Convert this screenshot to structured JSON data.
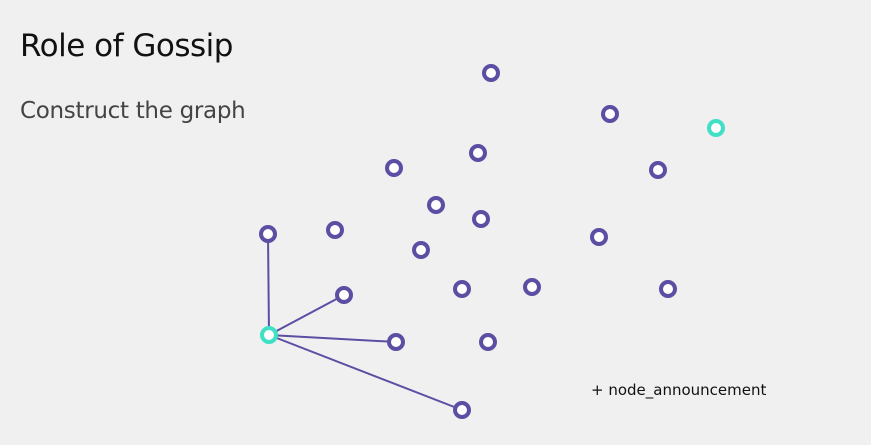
{
  "slide": {
    "title": "Role of Gossip",
    "subtitle": "Construct the graph",
    "annotation": "+ node_announcement"
  },
  "colors": {
    "background": "#f0f0f0",
    "node": "#5b4ea3",
    "highlight_node": "#3fe0c5",
    "edge": "#5b4ea3"
  },
  "graph": {
    "nodes": [
      {
        "id": "n1",
        "highlight": false
      },
      {
        "id": "n2",
        "highlight": false
      },
      {
        "id": "n3",
        "highlight": true
      },
      {
        "id": "n4",
        "highlight": false
      },
      {
        "id": "n5",
        "highlight": false
      },
      {
        "id": "n6",
        "highlight": false
      },
      {
        "id": "n7",
        "highlight": false
      },
      {
        "id": "n8",
        "highlight": false
      },
      {
        "id": "n9",
        "highlight": false
      },
      {
        "id": "n10",
        "highlight": false
      },
      {
        "id": "n11",
        "highlight": false
      },
      {
        "id": "n12",
        "highlight": false
      },
      {
        "id": "n13",
        "highlight": false
      },
      {
        "id": "n14",
        "highlight": false
      },
      {
        "id": "n15",
        "highlight": false
      },
      {
        "id": "n16",
        "highlight": false
      },
      {
        "id": "n17",
        "highlight": false
      },
      {
        "id": "n18",
        "highlight": true
      },
      {
        "id": "n19",
        "highlight": false
      },
      {
        "id": "n20",
        "highlight": false
      },
      {
        "id": "n21",
        "highlight": false
      }
    ],
    "edges": [
      {
        "from": "n18",
        "to": "n11"
      },
      {
        "from": "n18",
        "to": "n15"
      },
      {
        "from": "n18",
        "to": "n19"
      },
      {
        "from": "n18",
        "to": "n21"
      }
    ]
  }
}
